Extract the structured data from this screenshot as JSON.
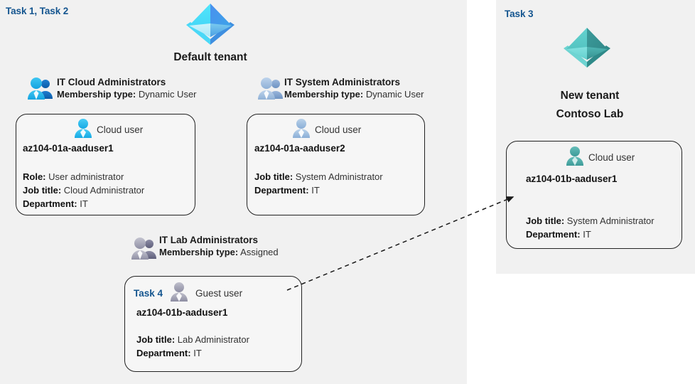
{
  "panels": {
    "left": {
      "task_label": "Task 1, Task 2"
    },
    "right": {
      "task_label": "Task 3"
    }
  },
  "tenants": [
    {
      "name": "Default tenant",
      "icon": "azure-ad-tenant-icon",
      "color": "#32b5f0"
    },
    {
      "name_line1": "New  tenant",
      "name_line2": "Contoso Lab",
      "icon": "azure-ad-tenant-icon",
      "color": "#4fbfbf"
    }
  ],
  "groups": [
    {
      "title": "IT Cloud Administrators",
      "membership_label": "Membership type:",
      "membership_value": "Dynamic User",
      "icon": "group-users-icon"
    },
    {
      "title": "IT System Administrators",
      "membership_label": "Membership type:",
      "membership_value": "Dynamic User",
      "icon": "group-users-icon"
    },
    {
      "title": "IT Lab Administrators",
      "membership_label": "Membership type:",
      "membership_value": "Assigned",
      "icon": "group-users-icon"
    }
  ],
  "cards": [
    {
      "user_type": "Cloud user",
      "icon": "cloud-user-icon",
      "id": "az104-01a-aaduser1",
      "task": "",
      "attrs": [
        {
          "label": "Role:",
          "value": "User administrator"
        },
        {
          "label": "Job title:",
          "value": "Cloud Administrator"
        },
        {
          "label": "Department:",
          "value": "IT"
        }
      ]
    },
    {
      "user_type": "Cloud user",
      "icon": "cloud-user-icon",
      "id": "az104-01a-aaduser2",
      "task": "",
      "attrs": [
        {
          "label": "Job title:",
          "value": "System Administrator"
        },
        {
          "label": "Department:",
          "value": "IT"
        }
      ]
    },
    {
      "user_type": "Guest user",
      "icon": "guest-user-icon",
      "id": "az104-01b-aaduser1",
      "task": "Task 4",
      "attrs": [
        {
          "label": "Job title:",
          "value": "Lab Administrator"
        },
        {
          "label": "Department:",
          "value": "IT"
        }
      ]
    },
    {
      "user_type": "Cloud user",
      "icon": "cloud-user-icon",
      "id": "az104-01b-aaduser1",
      "task": "",
      "attrs": [
        {
          "label": "Job title:",
          "value": "System Administrator"
        },
        {
          "label": "Department:",
          "value": "IT"
        }
      ]
    }
  ],
  "connector": {
    "name": "guest-invite-arrow",
    "style": "dashed",
    "color": "#1a1a1a"
  },
  "colors": {
    "panel_bg": "#f1f1f1",
    "card_bg": "#f6f6f6",
    "card_border": "#222222",
    "task_blue": "#14558f",
    "text_dark": "#1a1a1a",
    "text_body": "#333333",
    "cloud_user_blue": "#36bdf0",
    "cloud_user_blue_muted": "#9cb9da",
    "guest_user_gray": "#9a9aac",
    "teal_user": "#4aa9a6"
  }
}
